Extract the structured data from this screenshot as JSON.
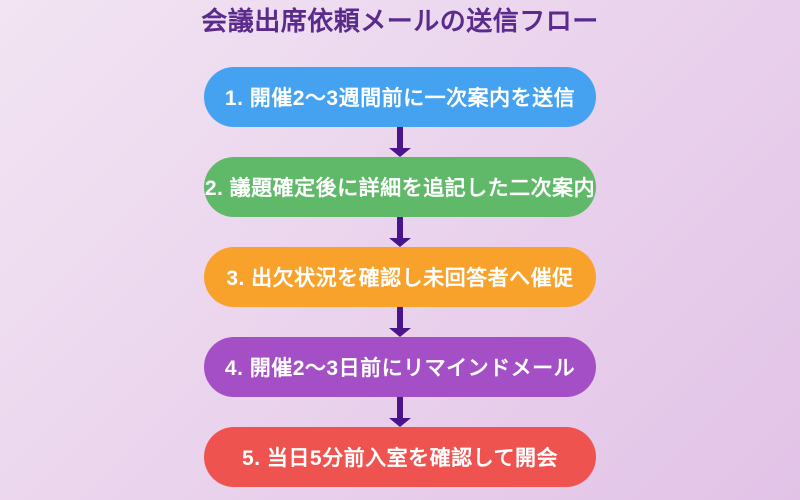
{
  "title": "会議出席依頼メールの送信フロー",
  "flow": {
    "steps": [
      {
        "label": "1. 開催2〜3週間前に一次案内を送信",
        "color": "#44A2F1"
      },
      {
        "label": "2. 議題確定後に詳細を追記した二次案内",
        "color": "#5FB968"
      },
      {
        "label": "3. 出欠状況を確認し未回答者へ催促",
        "color": "#F9A22B"
      },
      {
        "label": "4. 開催2〜3日前にリマインドメール",
        "color": "#A44FC6"
      },
      {
        "label": "5. 当日5分前入室を確認して開会",
        "color": "#EF5350"
      }
    ]
  },
  "colors": {
    "background_gradient_start": "#F2E4F3",
    "background_gradient_end": "#E2C3E7",
    "title_text": "#5A2B8C",
    "arrow": "#4A148C",
    "step_text": "#FFFFFF"
  }
}
